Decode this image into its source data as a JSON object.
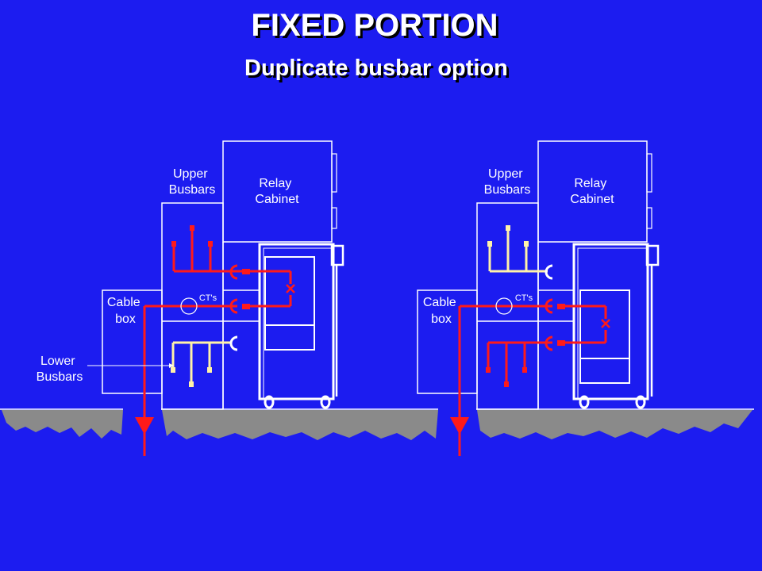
{
  "title": "FIXED PORTION",
  "subtitle": "Duplicate busbar option",
  "colors": {
    "background": "#1c1cf0",
    "lines": "#ffffff",
    "live_busbar": "#ff1a1a",
    "idle_busbar": "#fff2a8",
    "ground": "#8a8a8a"
  },
  "left_panel": {
    "upper_busbars_label": [
      "Upper",
      "Busbars"
    ],
    "relay_cabinet_label": [
      "Relay",
      "Cabinet"
    ],
    "cable_box_label": [
      "Cable",
      "box"
    ],
    "cts_label": "CT's",
    "lower_busbars_label": [
      "Lower",
      "Busbars"
    ],
    "energized_busbar": "upper"
  },
  "right_panel": {
    "upper_busbars_label": [
      "Upper",
      "Busbars"
    ],
    "relay_cabinet_label": [
      "Relay",
      "Cabinet"
    ],
    "cable_box_label": [
      "Cable",
      "box"
    ],
    "cts_label": "CT's",
    "energized_busbar": "lower"
  }
}
